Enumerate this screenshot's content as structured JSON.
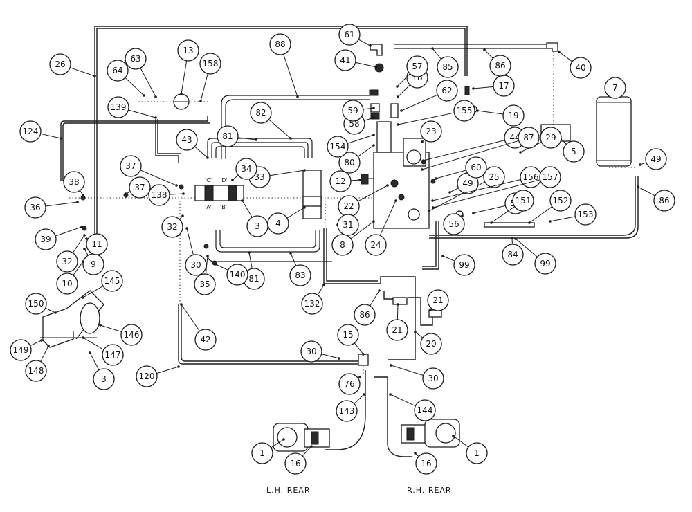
{
  "callouts": [
    {
      "label": "1"
    },
    {
      "label": "1"
    },
    {
      "label": "3"
    },
    {
      "label": "3"
    },
    {
      "label": "4"
    },
    {
      "label": "5"
    },
    {
      "label": "7"
    },
    {
      "label": "8"
    },
    {
      "label": "9"
    },
    {
      "label": "10"
    },
    {
      "label": "11"
    },
    {
      "label": "12"
    },
    {
      "label": "13"
    },
    {
      "label": "15"
    },
    {
      "label": "16"
    },
    {
      "label": "16"
    },
    {
      "label": "17"
    },
    {
      "label": "18"
    },
    {
      "label": "19"
    },
    {
      "label": "20"
    },
    {
      "label": "21"
    },
    {
      "label": "21"
    },
    {
      "label": "22"
    },
    {
      "label": "23"
    },
    {
      "label": "24"
    },
    {
      "label": "25"
    },
    {
      "label": "26"
    },
    {
      "label": "29"
    },
    {
      "label": "30"
    },
    {
      "label": "30"
    },
    {
      "label": "30"
    },
    {
      "label": "31"
    },
    {
      "label": "32"
    },
    {
      "label": "32"
    },
    {
      "label": "33"
    },
    {
      "label": "34"
    },
    {
      "label": "35"
    },
    {
      "label": "36"
    },
    {
      "label": "37"
    },
    {
      "label": "37"
    },
    {
      "label": "38"
    },
    {
      "label": "39"
    },
    {
      "label": "40"
    },
    {
      "label": "41"
    },
    {
      "label": "42"
    },
    {
      "label": "43"
    },
    {
      "label": "44"
    },
    {
      "label": "49"
    },
    {
      "label": "49"
    },
    {
      "label": "55"
    },
    {
      "label": "56"
    },
    {
      "label": "57"
    },
    {
      "label": "58"
    },
    {
      "label": "59"
    },
    {
      "label": "60"
    },
    {
      "label": "61"
    },
    {
      "label": "62"
    },
    {
      "label": "63"
    },
    {
      "label": "64"
    },
    {
      "label": "76"
    },
    {
      "label": "80"
    },
    {
      "label": "81"
    },
    {
      "label": "81"
    },
    {
      "label": "82"
    },
    {
      "label": "83"
    },
    {
      "label": "84"
    },
    {
      "label": "85"
    },
    {
      "label": "86"
    },
    {
      "label": "86"
    },
    {
      "label": "86"
    },
    {
      "label": "87"
    },
    {
      "label": "88"
    },
    {
      "label": "99"
    },
    {
      "label": "99"
    },
    {
      "label": "120"
    },
    {
      "label": "124"
    },
    {
      "label": "132"
    },
    {
      "label": "138"
    },
    {
      "label": "139"
    },
    {
      "label": "140"
    },
    {
      "label": "143"
    },
    {
      "label": "144"
    },
    {
      "label": "145"
    },
    {
      "label": "146"
    },
    {
      "label": "147"
    },
    {
      "label": "148"
    },
    {
      "label": "149"
    },
    {
      "label": "150"
    },
    {
      "label": "151"
    },
    {
      "label": "152"
    },
    {
      "label": "153"
    },
    {
      "label": "154"
    },
    {
      "label": "155"
    },
    {
      "label": "156"
    },
    {
      "label": "157"
    },
    {
      "label": "158"
    }
  ],
  "captions": {
    "left": "L.H. REAR",
    "right": "R.H. REAR"
  },
  "ports": {
    "c": "'C'",
    "d": "'D'",
    "a": "'A'",
    "b": "'B'"
  }
}
